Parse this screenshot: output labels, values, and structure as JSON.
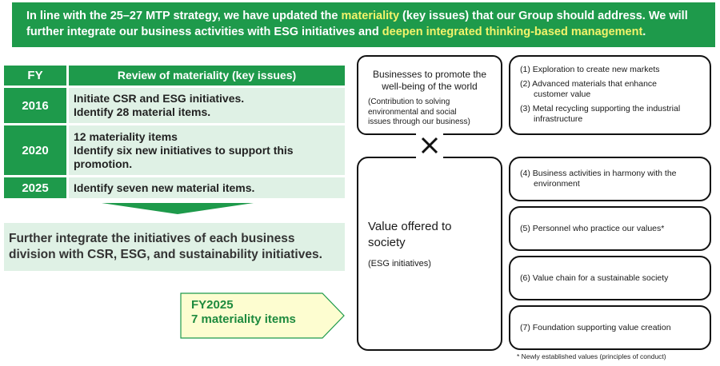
{
  "banner": {
    "part1": "In line with the 25–27 MTP strategy, we have updated the ",
    "hl1": "materiality",
    "part2": " (key issues) that our Group should address. We will further integrate our business activities with ESG initiatives and ",
    "hl2": "deepen integrated thinking-based management",
    "part3": "."
  },
  "table": {
    "header_fy": "FY",
    "header_review": "Review of materiality (key issues)",
    "rows": [
      {
        "fy": "2016",
        "lines": [
          "Initiate CSR and ESG initiatives.",
          "Identify 28 material items."
        ]
      },
      {
        "fy": "2020",
        "lines": [
          "12 materiality items",
          "Identify six new initiatives to support this",
          "promotion."
        ]
      },
      {
        "fy": "2025",
        "lines": [
          "Identify seven new material items."
        ]
      }
    ]
  },
  "summary": {
    "line1": "Further integrate the initiatives of each business",
    "line2": "division with CSR, ESG, and sustainability initiatives."
  },
  "callout": {
    "line1": "FY2025",
    "line2": "7 materiality items"
  },
  "business_box": {
    "title_l1": "Businesses to promote the",
    "title_l2": "well-being of the world",
    "sub_l1": "(Contribution to solving",
    "sub_l2": "environmental and social",
    "sub_l3": "issues through our business)"
  },
  "cross_symbol": "×",
  "value_box": {
    "title_l1": "Value offered to",
    "title_l2": "society",
    "sub": "(ESG initiatives)"
  },
  "items": {
    "i1": "(1) Exploration to create new markets",
    "i2a": "(2) Advanced materials that enhance",
    "i2b": "customer value",
    "i3a": "(3) Metal recycling supporting the industrial",
    "i3b": "infrastructure",
    "i4a": "(4) Business activities in harmony with the",
    "i4b": "environment",
    "i5": "(5) Personnel who practice our values*",
    "i6": "(6) Value chain for a sustainable society",
    "i7": "(7) Foundation supporting value creation"
  },
  "footnote": "* Newly established values (principles of conduct)",
  "colors": {
    "green": "#1e9a4b",
    "light_green": "#dff1e5",
    "highlight": "#f3f36a",
    "callout_fill": "#fdfdd0"
  }
}
